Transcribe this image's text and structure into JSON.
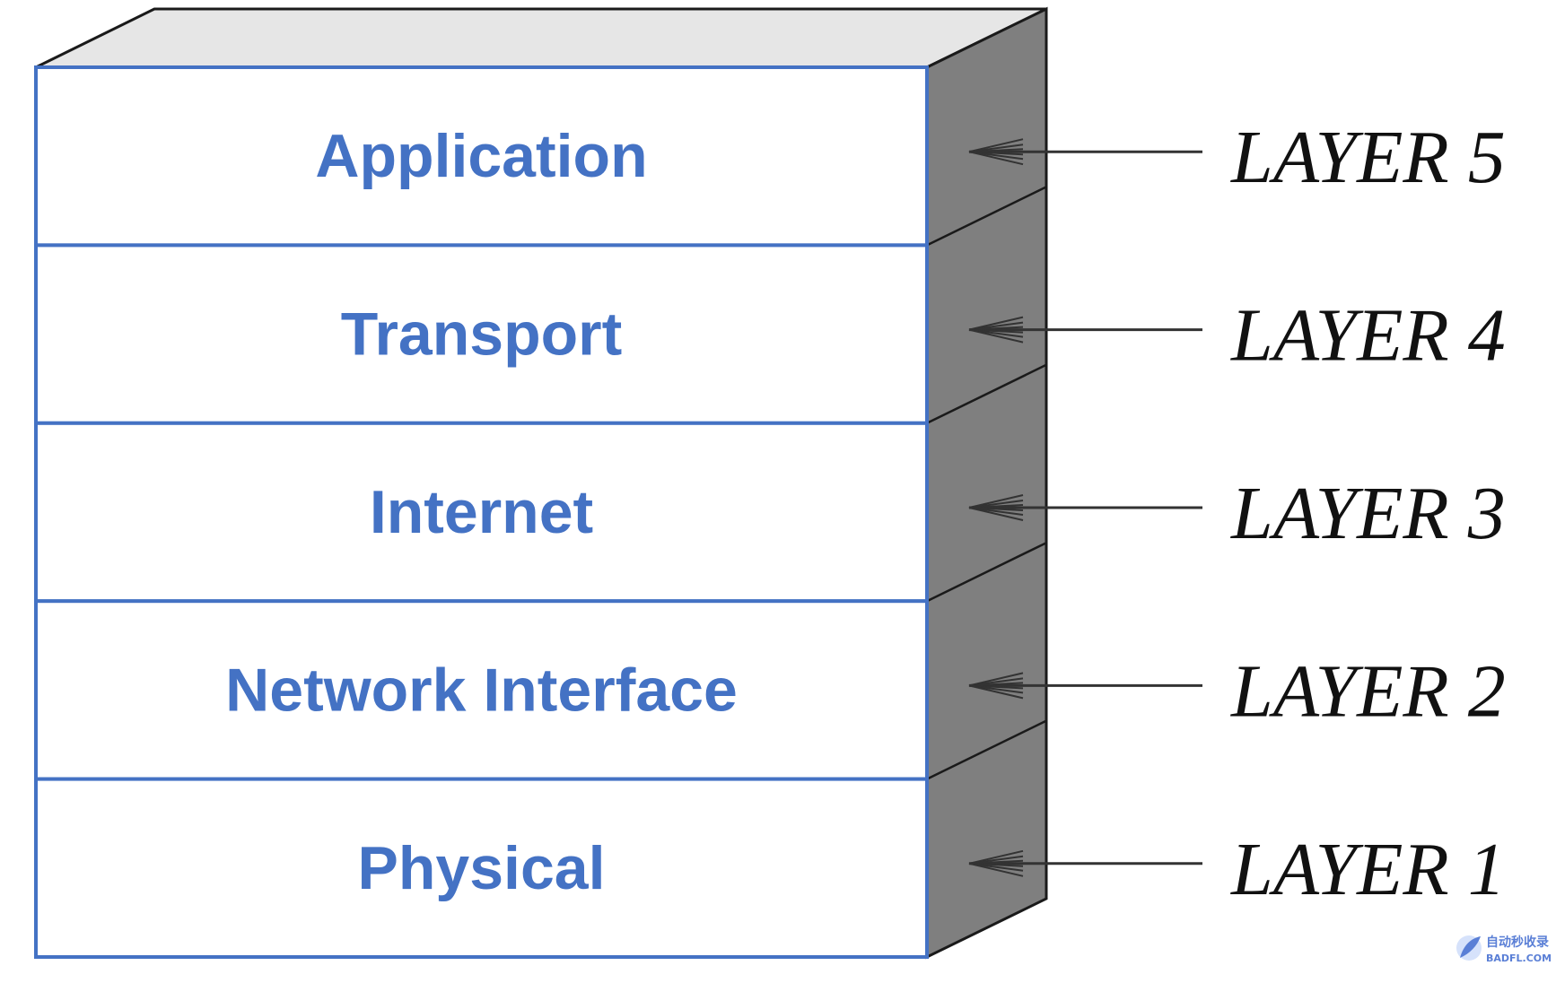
{
  "stack": {
    "colors": {
      "border": "#4472c4",
      "text": "#4472c4",
      "top_face": "#e6e6e6",
      "side_face": "#7f7f7f",
      "outline": "#1a1a1a",
      "arrow": "#333333"
    },
    "layers": [
      {
        "name": "Application",
        "label": "LAYER 5"
      },
      {
        "name": "Transport",
        "label": "LAYER 4"
      },
      {
        "name": "Internet",
        "label": "LAYER 3"
      },
      {
        "name": "Network Interface",
        "label": "LAYER 2"
      },
      {
        "name": "Physical",
        "label": "LAYER 1"
      }
    ]
  },
  "watermark": {
    "line1": "自动秒收录",
    "line2": "BADFL.COM",
    "icon": "feather-logo-icon"
  }
}
